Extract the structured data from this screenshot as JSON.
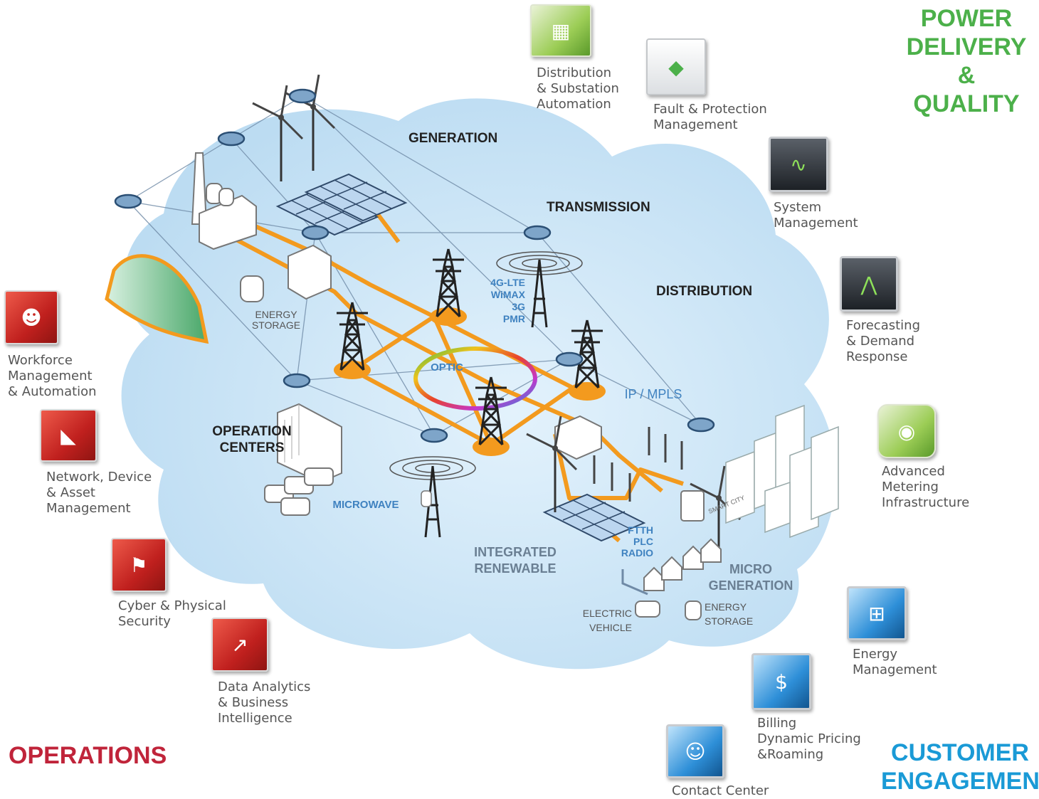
{
  "headings": {
    "power_delivery": "POWER\nDELIVERY\n& QUALITY",
    "operations": "OPERATIONS",
    "customer_engagement": "CUSTOMER\nENGAGEMENT"
  },
  "categories": {
    "power_delivery": [
      {
        "icon": "distribution-automation-icon",
        "label": "Distribution\n& Substation\nAutomation"
      },
      {
        "icon": "fault-protection-icon",
        "label": "Fault & Protection\nManagement"
      },
      {
        "icon": "system-management-icon",
        "label": "System\nManagement"
      },
      {
        "icon": "forecasting-chart-icon",
        "label": "Forecasting\n& Demand\nResponse"
      }
    ],
    "operations": [
      {
        "icon": "workforce-icon",
        "label": "Workforce\nManagement\n& Automation"
      },
      {
        "icon": "network-asset-icon",
        "label": "Network, Device\n& Asset\nManagement"
      },
      {
        "icon": "security-icon",
        "label": "Cyber & Physical\nSecurity"
      },
      {
        "icon": "analytics-icon",
        "label": "Data Analytics\n& Business\nIntelligence"
      }
    ],
    "customer_engagement": [
      {
        "icon": "smart-meter-icon",
        "label": "Advanced\nMetering\nInfrastructure"
      },
      {
        "icon": "energy-tablet-icon",
        "label": "Energy\nManagement"
      },
      {
        "icon": "billing-icon",
        "label": "Billing\nDynamic Pricing\n&Roaming"
      },
      {
        "icon": "contact-center-icon",
        "label": "Contact Center"
      }
    ]
  },
  "zones": {
    "generation": "GENERATION",
    "transmission": "TRANSMISSION",
    "distribution": "DISTRIBUTION",
    "operation_centers": "OPERATION\nCENTERS",
    "integrated_renewable": "INTEGRATED\nRENEWABLE",
    "micro_generation": "MICRO\nGENERATION"
  },
  "network_labels": {
    "wireless": "4G-LTE\nWiMAX\n3G\nPMR",
    "optic": "OPTIC",
    "ip_mpls": "IP / MPLS",
    "microwave": "MICROWAVE",
    "ftth": "FTTH\nPLC\nRADIO",
    "energy_storage_gen": "ENERGY\nSTORAGE",
    "energy_storage_micro": "ENERGY\nSTORAGE",
    "electric_vehicle": "ELECTRIC\nVEHICLE",
    "smart_city": "SMART CITY"
  },
  "colors": {
    "power_delivery": "#4cb04a",
    "operations": "#c0243a",
    "customer_engagement": "#1a9ad6",
    "grid_line": "#f39a1e",
    "cloud": "#d6ecf9"
  }
}
